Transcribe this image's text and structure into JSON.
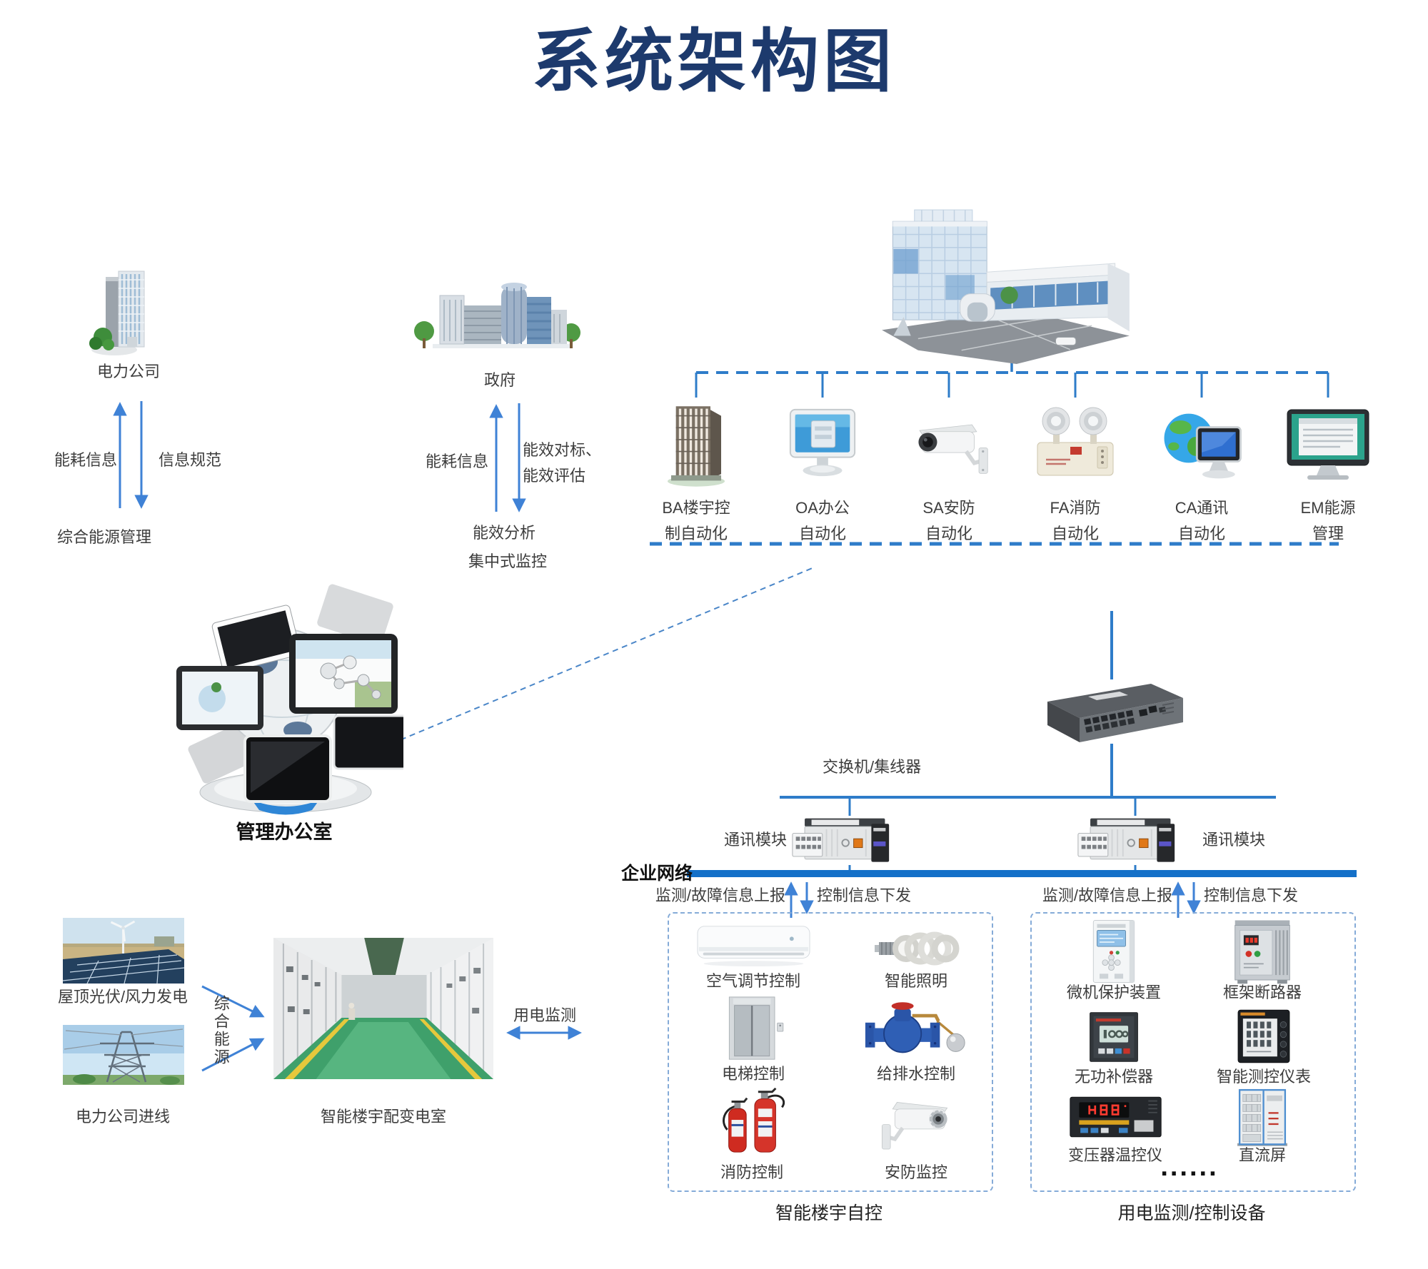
{
  "title": "系统架构图",
  "colors": {
    "accent_blue": "#2e7cc9",
    "title_navy": "#1d3a6d",
    "enterprise_line": "#1470c8",
    "dashed_border": "#85abd8"
  },
  "power_company": {
    "name": "电力公司",
    "up_arrow_label": "能耗信息",
    "down_arrow_label": "信息规范",
    "manager_label": "综合能源管理"
  },
  "government": {
    "name": "政府",
    "up_arrow_label": "能耗信息",
    "down_arrow_label_line1": "能效对标、",
    "down_arrow_label_line2": "能效评估",
    "result_label_line1": "能效分析",
    "result_label_line2": "集中式监控"
  },
  "building_systems": [
    {
      "line1": "BA楼宇控",
      "line2": "制自动化"
    },
    {
      "line1": "OA办公",
      "line2": "自动化"
    },
    {
      "line1": "SA安防",
      "line2": "自动化"
    },
    {
      "line1": "FA消防",
      "line2": "自动化"
    },
    {
      "line1": "CA通讯",
      "line2": "自动化"
    },
    {
      "line1": "EM能源",
      "line2": "管理"
    }
  ],
  "management_office": {
    "name": "管理办公室"
  },
  "network": {
    "switch_label": "交换机/集线器",
    "comm_module_label_left": "通讯模块",
    "comm_module_label_right": "通讯模块",
    "enterprise_label": "企业网络",
    "flow_up": "监测/故障信息上报",
    "flow_down": "控制信息下发"
  },
  "energy_sources": {
    "pv_wind_label": "屋顶光伏/风力发电",
    "grid_label": "电力公司进线",
    "combined_label": "综合能源",
    "substation_label": "智能楼宇配变电室",
    "metering_label": "用电监测"
  },
  "building_auto_box": {
    "title": "智能楼宇自控",
    "items": [
      {
        "label": "空气调节控制"
      },
      {
        "label": "智能照明"
      },
      {
        "label": "电梯控制"
      },
      {
        "label": "给排水控制"
      },
      {
        "label": "消防控制"
      },
      {
        "label": "安防监控"
      }
    ]
  },
  "power_devices_box": {
    "title": "用电监测/控制设备",
    "items": [
      {
        "label": "微机保护装置"
      },
      {
        "label": "框架断路器"
      },
      {
        "label": "无功补偿器"
      },
      {
        "label": "智能测控仪表"
      },
      {
        "label": "变压器温控仪"
      },
      {
        "label": "直流屏"
      }
    ],
    "ellipsis": "......"
  }
}
